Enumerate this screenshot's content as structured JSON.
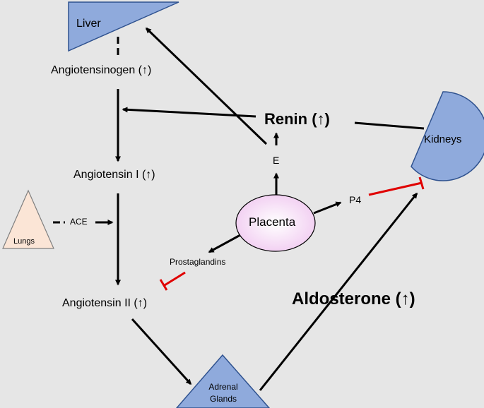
{
  "nodes": {
    "liver": "Liver",
    "kidneys": "Kidneys",
    "lungs": "Lungs",
    "adrenal": "Adrenal\nGlands",
    "placenta": "Placenta"
  },
  "labels": {
    "angiotensinogen": "Angiotensinogen (↑)",
    "angiotensin_i": "Angiotensin I (↑)",
    "angiotensin_ii": "Angiotensin II (↑)",
    "renin": "Renin (↑)",
    "aldosterone": "Aldosterone (↑)",
    "ace": "ACE",
    "e": "E",
    "p4": "P4",
    "prostaglandins": "Prostaglandins"
  },
  "colors": {
    "background": "#e6e6e6",
    "organ_fill": "#8faadc",
    "organ_stroke": "#2f528f",
    "lungs_fill": "#fbe5d6",
    "placenta_fill": "#f7d7f7",
    "arrow": "#000000",
    "inhibition": "#e00000"
  }
}
